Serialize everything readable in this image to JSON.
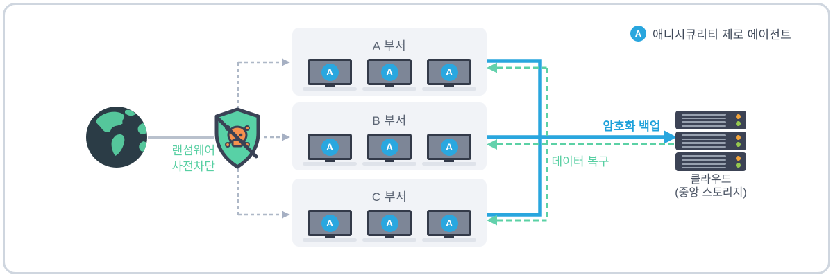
{
  "legend": {
    "badge": "A",
    "label": "애니시큐리티 제로 에이전트"
  },
  "threat_block": {
    "line1": "랜섬웨어",
    "line2": "사전차단"
  },
  "departments": [
    {
      "label": "A 부서",
      "laptops": [
        "A",
        "A",
        "A"
      ]
    },
    {
      "label": "B 부서",
      "laptops": [
        "A",
        "A",
        "A"
      ]
    },
    {
      "label": "C 부서",
      "laptops": [
        "A",
        "A",
        "A"
      ]
    }
  ],
  "flows": {
    "backup_label": "암호화 백업",
    "recovery_label": "데이터 복구"
  },
  "cloud": {
    "line1": "클라우드",
    "line2": "(중앙 스토리지)"
  },
  "icons": {
    "globe": "globe-icon",
    "shield": "ransomware-block-shield-icon",
    "laptop": "laptop-icon",
    "server": "cloud-storage-server-icon"
  },
  "colors": {
    "agent_blue": "#29a6de",
    "mint_green": "#5bd1a5",
    "shield_green": "#58d1a6",
    "skull_orange": "#f5914e",
    "dark_navy": "#333a49",
    "box_bg": "#f1f3f7",
    "title_text": "#5b6473",
    "gray_line": "#b9c1cd",
    "gray_dash": "#aeb8c7",
    "server_body": "#3c4355",
    "led_orange": "#f2a43c",
    "led_green": "#96c94f"
  }
}
